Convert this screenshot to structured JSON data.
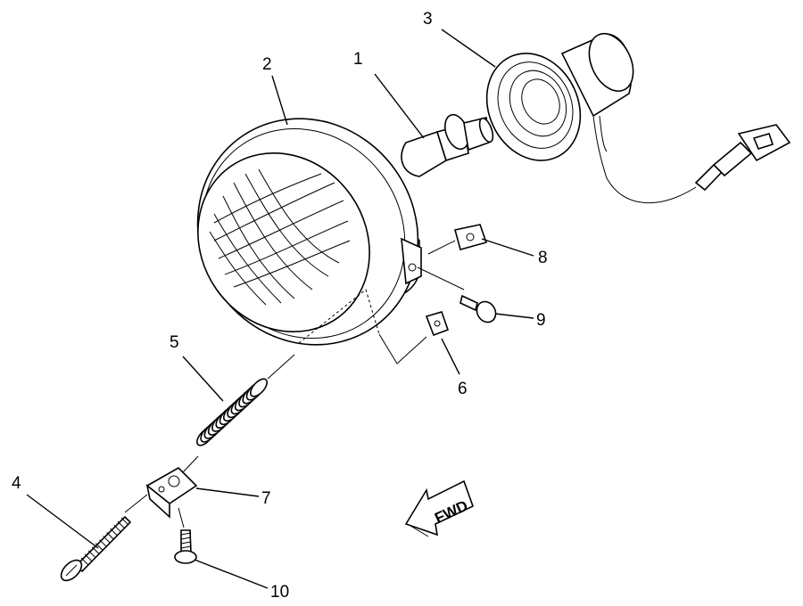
{
  "callouts": [
    "1",
    "2",
    "3",
    "4",
    "5",
    "6",
    "7",
    "8",
    "9",
    "10"
  ],
  "fwd_label": "FWD",
  "icons": {
    "forward_arrow": "fwd-arrow-icon"
  }
}
